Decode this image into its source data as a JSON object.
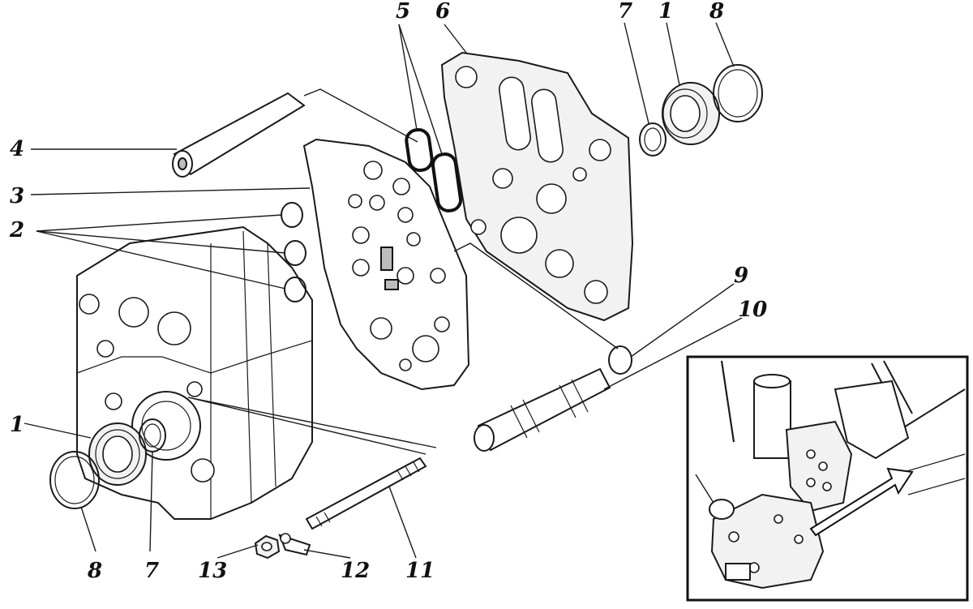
{
  "callouts": {
    "c1_top": "1",
    "c1_left": "1",
    "c2": "2",
    "c3": "3",
    "c4": "4",
    "c5": "5",
    "c6": "6",
    "c7_top": "7",
    "c7_bottom": "7",
    "c8_top": "8",
    "c8_bottom": "8",
    "c9": "9",
    "c10": "10",
    "c11": "11",
    "c12": "12",
    "c13": "13"
  }
}
